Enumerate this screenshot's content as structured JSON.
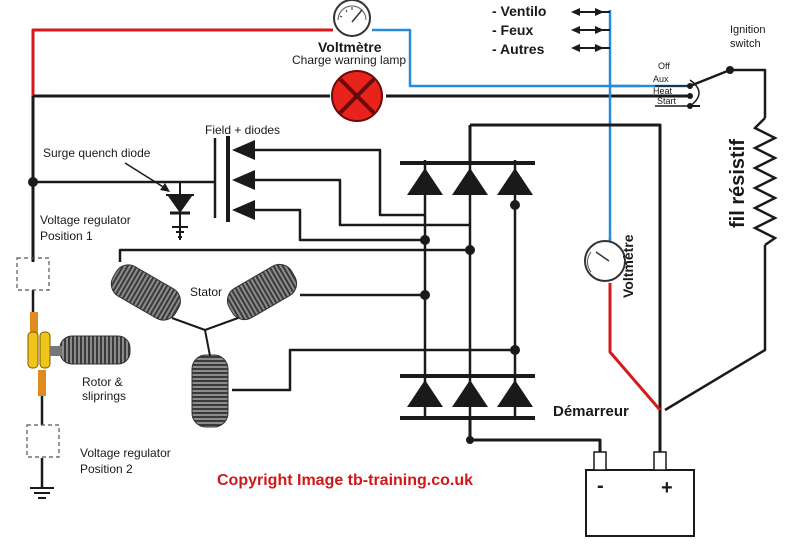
{
  "labels": {
    "voltmetre_top": "Voltmètre",
    "warning_lamp": "Charge warning lamp",
    "ventilo": "- Ventilo",
    "feux": "- Feux",
    "autres": "- Autres",
    "ignition_line1": "Ignition",
    "ignition_line2": "switch",
    "sw_off": "Off",
    "sw_aux": "Aux",
    "sw_heat": "Heat",
    "sw_start": "Start",
    "field_diodes": "Field + diodes",
    "surge_diode": "Surge quench diode",
    "vr1_line1": "Voltage regulator",
    "vr1_line2": "Position 1",
    "stator": "Stator",
    "rotor_line1": "Rotor &",
    "rotor_line2": "sliprings",
    "vr2_line1": "Voltage regulator",
    "vr2_line2": "Position 2",
    "voltmetre_side": "Voltmètre",
    "fil_resistif": "fil résistif",
    "demarreur": "Démarreur",
    "copyright": "Copyright Image tb-training.co.uk",
    "battery_minus": "-",
    "battery_plus": "+"
  },
  "colors": {
    "wire_black": "#1a1a1a",
    "wire_red": "#d41a1a",
    "wire_blue": "#2a8ad8",
    "lamp_red": "#e8231c",
    "copyright": "#d01818",
    "rotor_orange": "#e08a20",
    "rotor_yellow": "#f0c418"
  }
}
